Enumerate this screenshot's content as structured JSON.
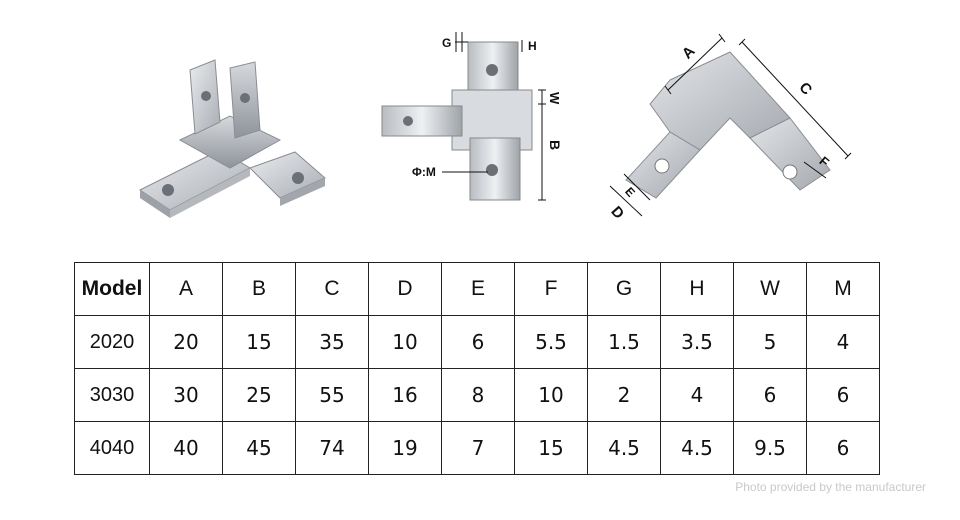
{
  "diagram_labels": {
    "top_view": {
      "a": "A",
      "c": "C",
      "d": "D",
      "e": "E",
      "f": "F"
    },
    "front_view": {
      "g": "G",
      "h": "H",
      "w": "W",
      "b": "B",
      "phi_m": "Φ:M"
    }
  },
  "table": {
    "headers": [
      "Model",
      "A",
      "B",
      "C",
      "D",
      "E",
      "F",
      "G",
      "H",
      "W",
      "M"
    ],
    "rows": [
      [
        "2020",
        "20",
        "15",
        "35",
        "10",
        "6",
        "5.5",
        "1.5",
        "3.5",
        "5",
        "4"
      ],
      [
        "3030",
        "30",
        "25",
        "55",
        "16",
        "8",
        "10",
        "2",
        "4",
        "6",
        "6"
      ],
      [
        "4040",
        "40",
        "45",
        "74",
        "19",
        "7",
        "15",
        "4.5",
        "4.5",
        "9.5",
        "6"
      ]
    ]
  },
  "watermark": "Photo provided by the manufacturer"
}
